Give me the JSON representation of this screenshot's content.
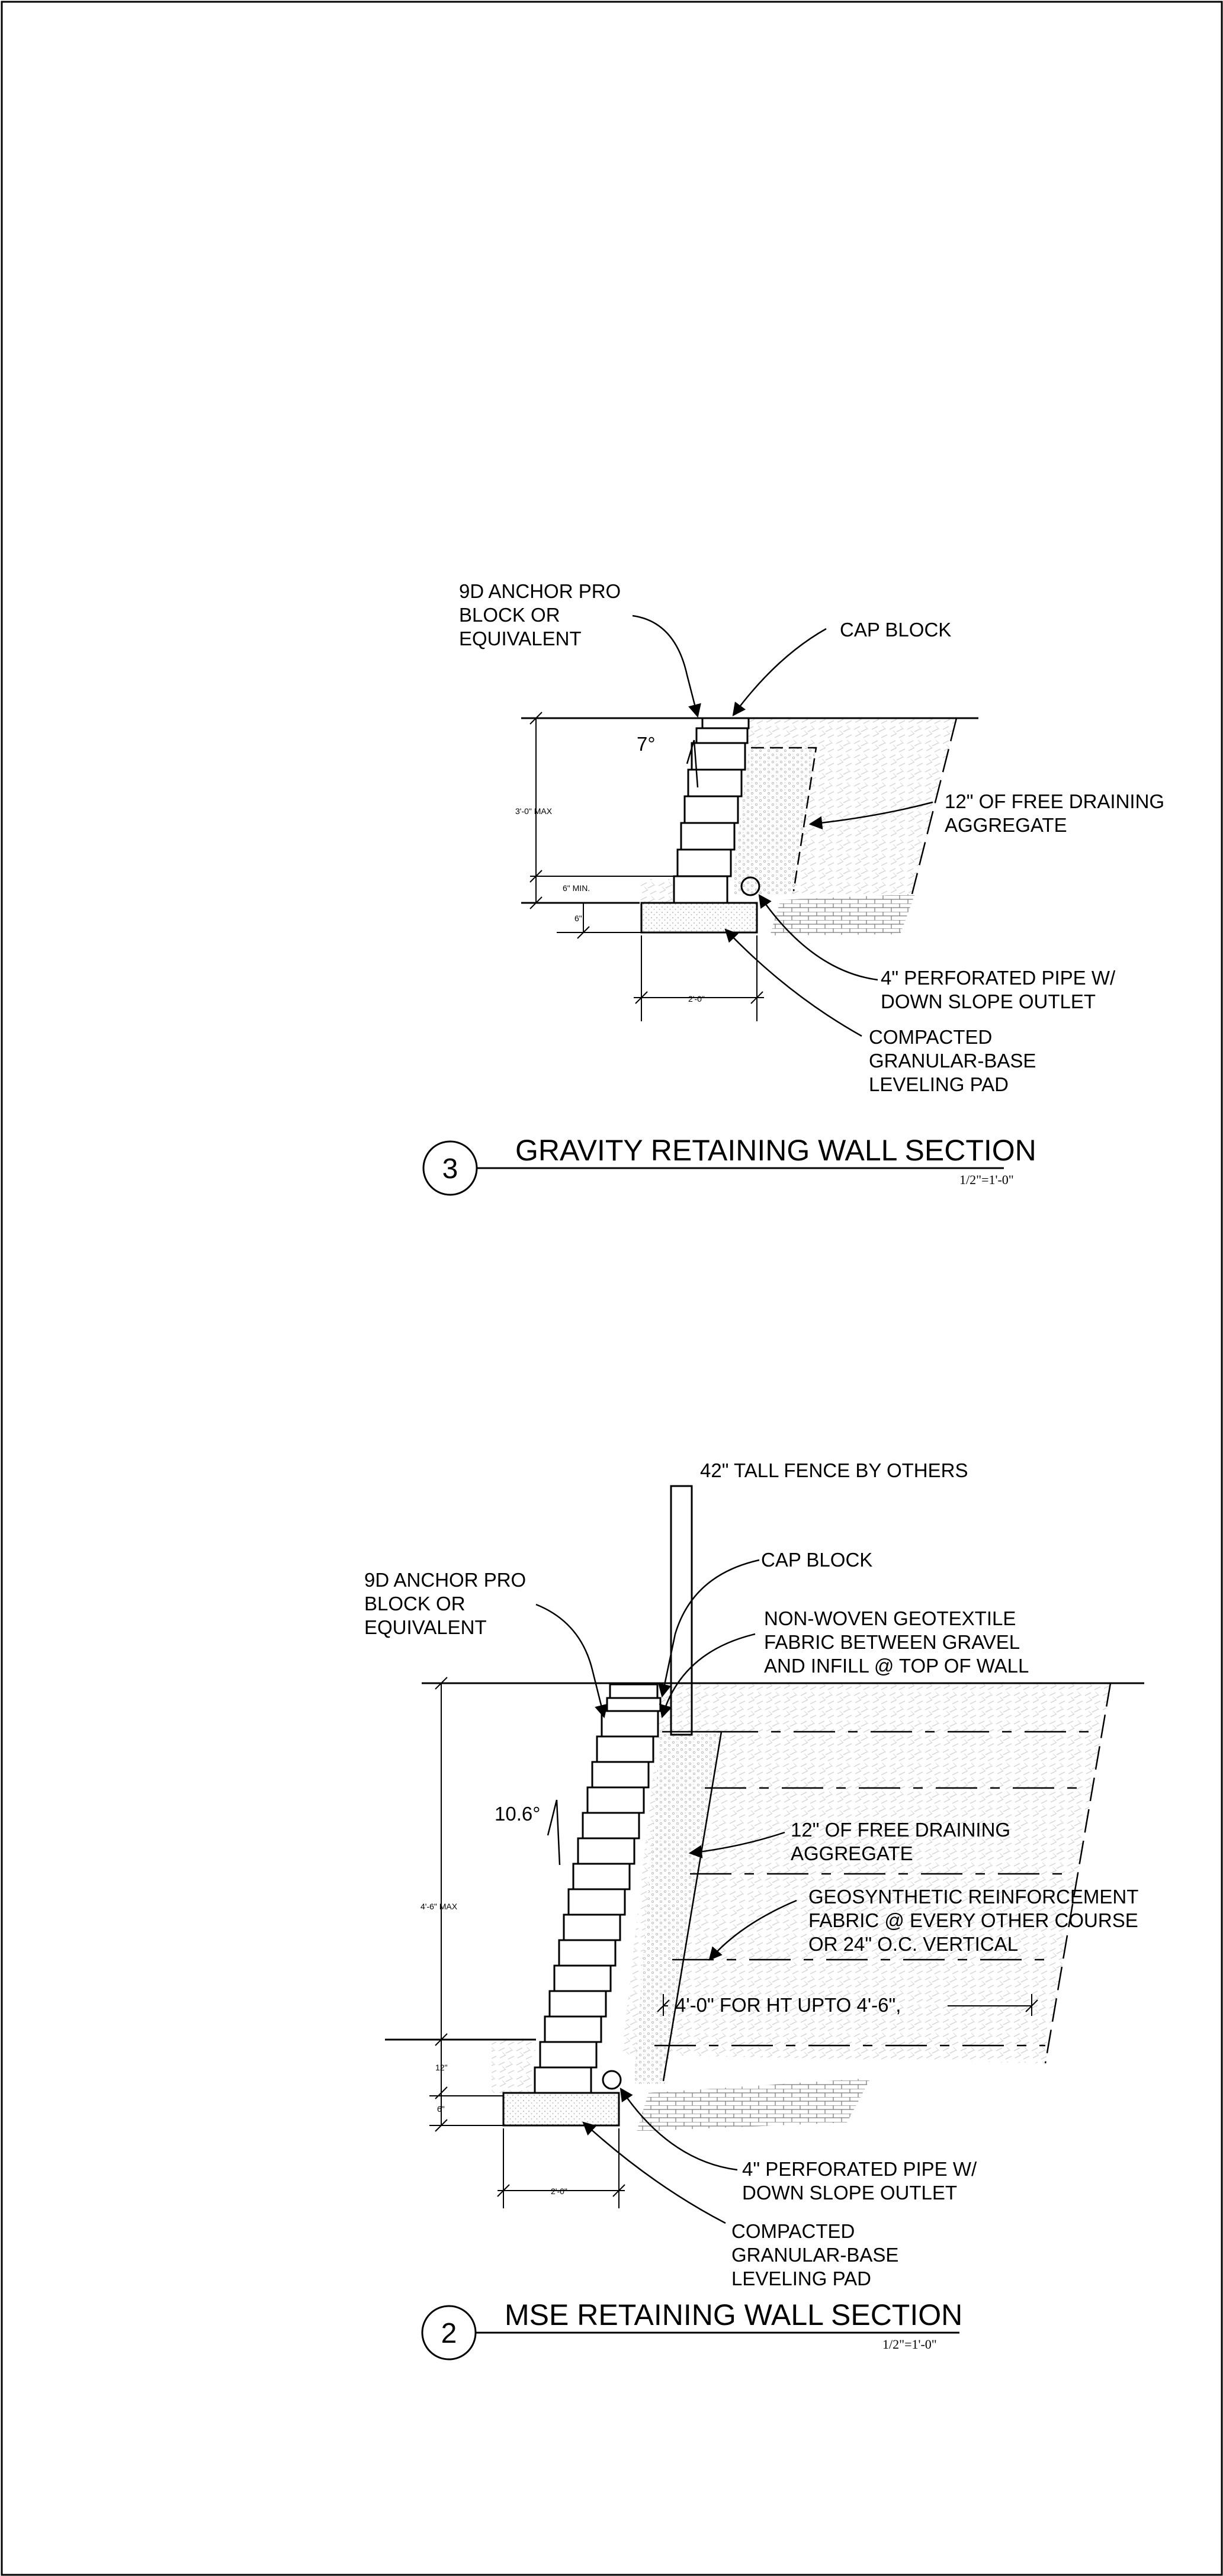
{
  "gravity": {
    "labels": {
      "anchor_block": [
        "9D ANCHOR PRO",
        "BLOCK OR",
        "EQUIVALENT"
      ],
      "cap_block": "CAP BLOCK",
      "batter_angle": "7°",
      "aggregate": [
        "12\" OF FREE DRAINING",
        "AGGREGATE"
      ],
      "pipe": [
        "4\" PERFORATED PIPE W/",
        "DOWN SLOPE OUTLET"
      ],
      "leveling_pad": [
        "COMPACTED",
        "GRANULAR-BASE",
        "LEVELING PAD"
      ]
    },
    "dims": {
      "height_max": "3'-0\" MAX",
      "embed_min": "6\" MIN.",
      "pad_depth": "6\"",
      "pad_width": "2'-0\""
    },
    "title": {
      "number": "3",
      "text": "GRAVITY RETAINING WALL SECTION",
      "scale": "1/2\"=1'-0\""
    }
  },
  "mse": {
    "labels": {
      "fence": "42\"  TALL FENCE BY OTHERS",
      "cap_block": "CAP BLOCK",
      "anchor_block": [
        "9D ANCHOR PRO",
        "BLOCK OR",
        "EQUIVALENT"
      ],
      "geotextile": [
        "NON-WOVEN GEOTEXTILE",
        "FABRIC BETWEEN GRAVEL",
        "AND INFILL @ TOP OF WALL"
      ],
      "batter_angle": "10.6°",
      "aggregate": [
        "12\" OF FREE DRAINING",
        "AGGREGATE"
      ],
      "geosynthetic": [
        "GEOSYNTHETIC  REINFORCEMENT",
        "FABRIC @ EVERY OTHER COURSE",
        "OR 24\" O.C. VERTICAL"
      ],
      "grid_length": "4'-0\" FOR HT UPTO 4'-6\",",
      "pipe": [
        "4\" PERFORATED PIPE W/",
        "DOWN SLOPE OUTLET"
      ],
      "leveling_pad": [
        "COMPACTED",
        "GRANULAR-BASE",
        "LEVELING PAD"
      ]
    },
    "dims": {
      "height_max": "4'-6\" MAX",
      "embed": "12\"",
      "pad_depth": "6\"",
      "pad_width": "2'-0\""
    },
    "title": {
      "number": "2",
      "text": "MSE RETAINING WALL SECTION",
      "scale": "1/2\"=1'-0\""
    }
  }
}
